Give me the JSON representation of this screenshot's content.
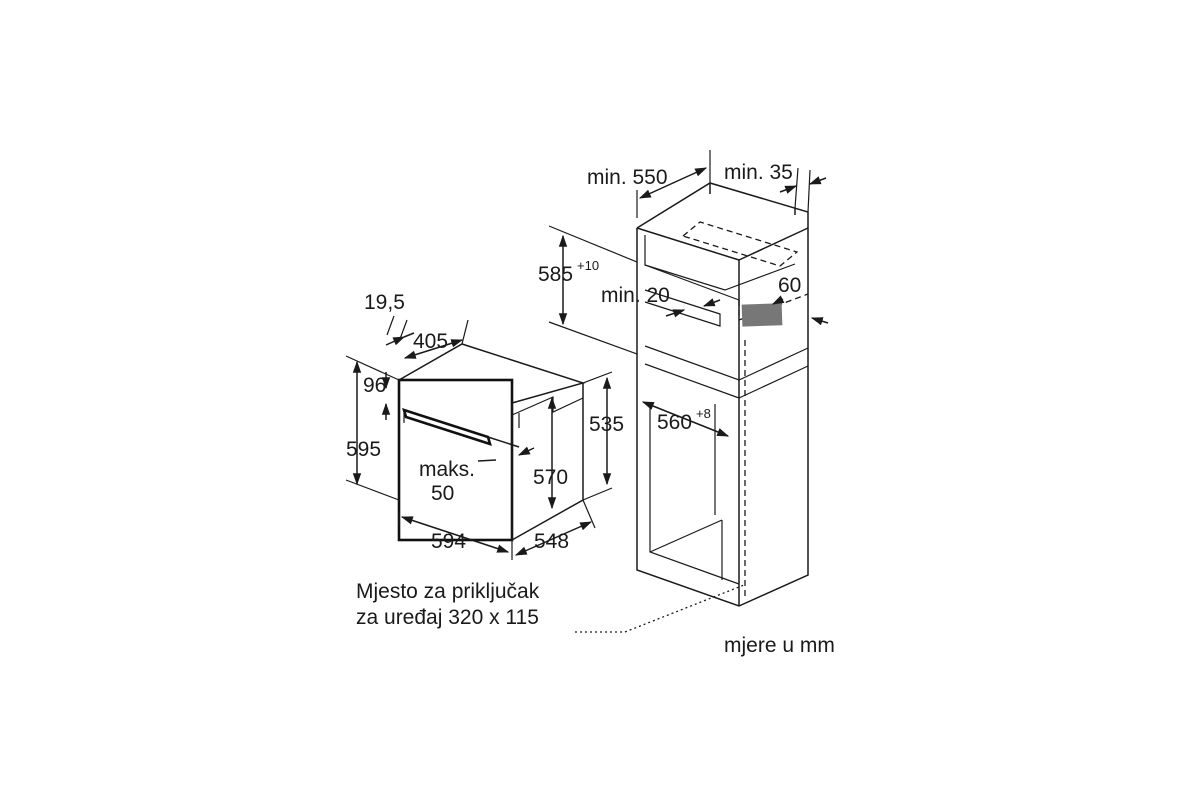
{
  "labels": {
    "min_550": "min. 550",
    "min_35": "min. 35",
    "d585": "585",
    "d585_sup": "+10",
    "min_20": "min. 20",
    "d60": "60",
    "d19_5": "19,5",
    "d405": "405",
    "d96": "96",
    "d595": "595",
    "d535": "535",
    "d560": "560",
    "d560_sup": "+8",
    "maks": "maks.",
    "d50": "50",
    "d570": "570",
    "d594": "594",
    "d548": "548",
    "note_line1": "Mjesto za priključak",
    "note_line2": "za uređaj 320 x 115",
    "units": "mjere u mm"
  }
}
